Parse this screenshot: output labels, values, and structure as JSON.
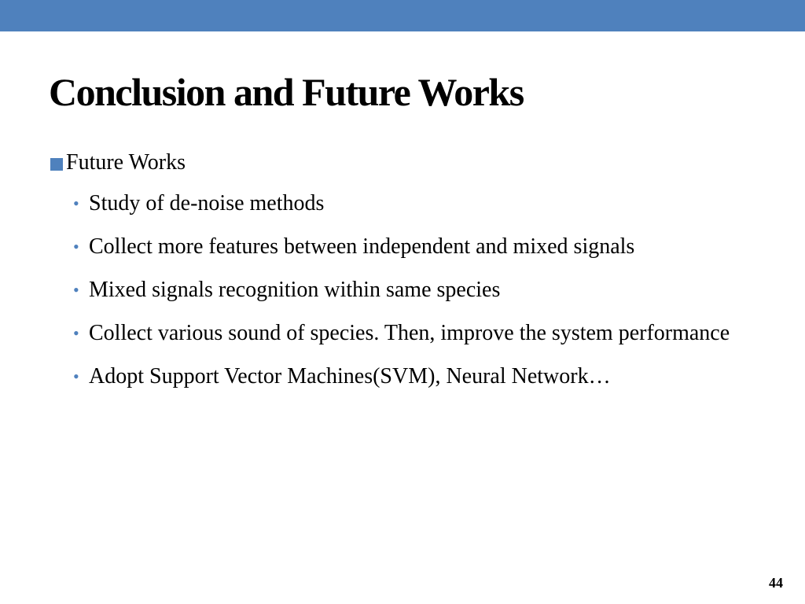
{
  "slide": {
    "title": "Conclusion and Future Works",
    "accent_color": "#4f81bd",
    "section": {
      "heading": "Future Works",
      "bullets": [
        "Study of de-noise methods",
        "Collect more features between independent and mixed signals",
        "Mixed signals recognition within same species",
        "Collect various sound of species. Then, improve the system performance",
        "Adopt Support Vector Machines(SVM), Neural Network…"
      ]
    },
    "page_number": "44"
  }
}
